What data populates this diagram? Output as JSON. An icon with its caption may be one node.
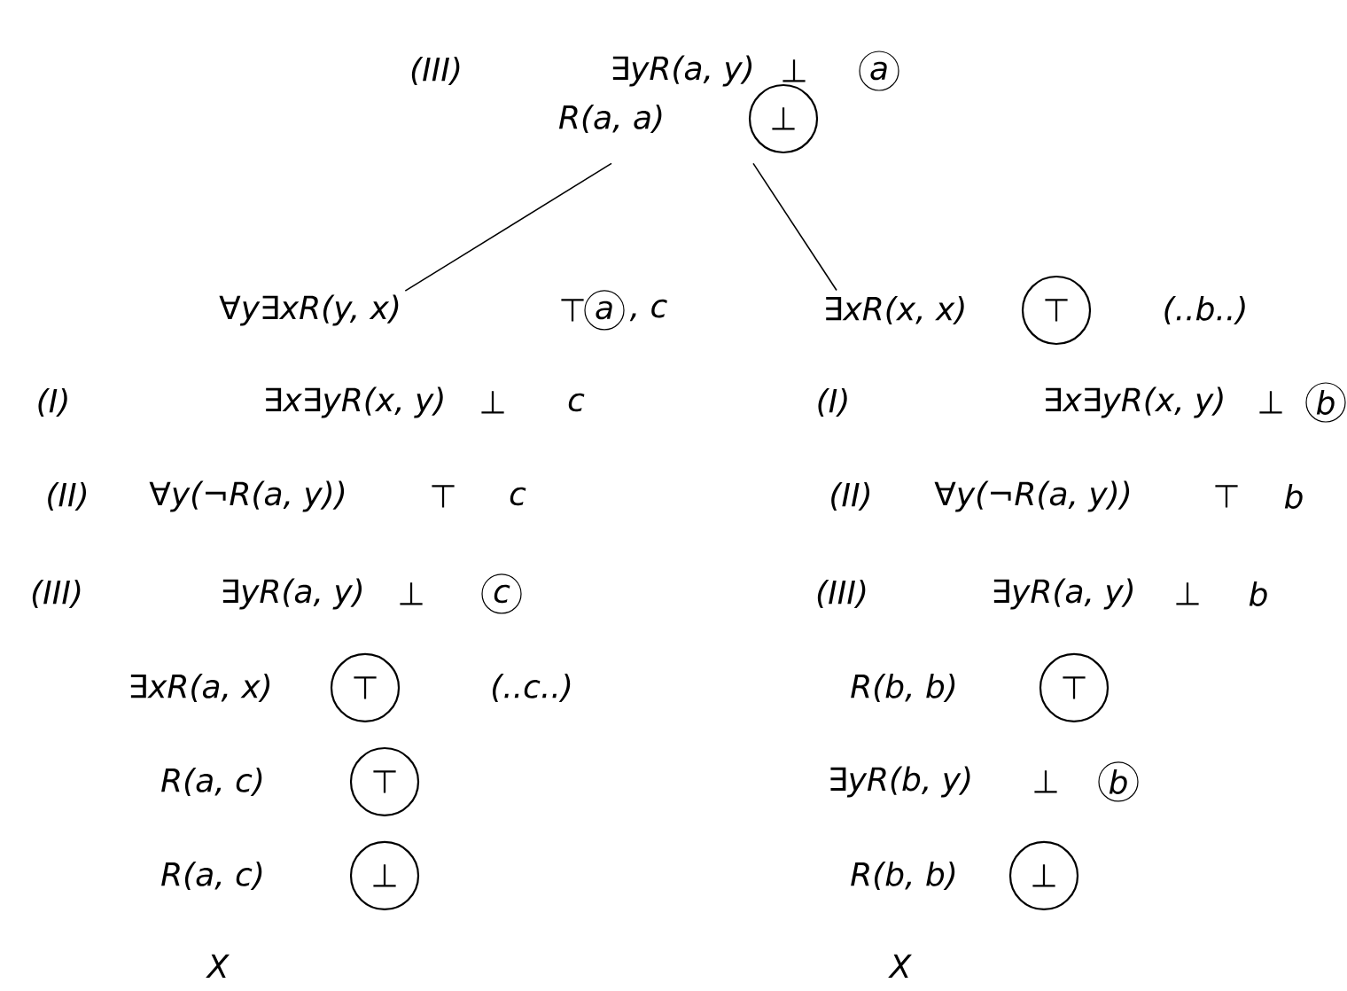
{
  "diagram": {
    "nodes": [
      {
        "text": [
          "R(a, a)"
        ]
      },
      {
        "text": [
          "∀y∃xR(y, x)"
        ]
      },
      {
        "text": [
          "∃xR(x, x)"
        ]
      }
    ],
    "edges": [
      {
        "from": 0,
        "to": 1,
        "arrow": "none"
      },
      {
        "from": 0,
        "to": 2,
        "arrow": "none"
      }
    ],
    "labels": [
      "(III)",
      "∃yR(a, y)",
      "⊥",
      "a",
      "⊥",
      "⊤",
      "a",
      ", c",
      "⊤",
      "(..b..)",
      "(I)",
      "∃x∃yR(x, y)",
      "⊥",
      "c",
      "(I)",
      "∃x∃yR(x, y)",
      "⊥",
      "b",
      "(II)",
      "∀y(¬R(a, y))",
      "⊤",
      "c",
      "(II)",
      "∀y(¬R(a, y))",
      "⊤",
      "b",
      "(III)",
      "∃yR(a, y)",
      "⊥",
      "c",
      "(III)",
      "∃yR(a, y)",
      "⊥",
      "b",
      "∃xR(a, x)",
      "⊤",
      "(..c..)",
      "R(b, b)",
      "⊤",
      "R(a, c)",
      "⊤",
      "∃yR(b, y)",
      "⊥",
      "b",
      "R(a, c)",
      "⊥",
      "R(b, b)",
      "⊥",
      "X",
      "X"
    ]
  }
}
